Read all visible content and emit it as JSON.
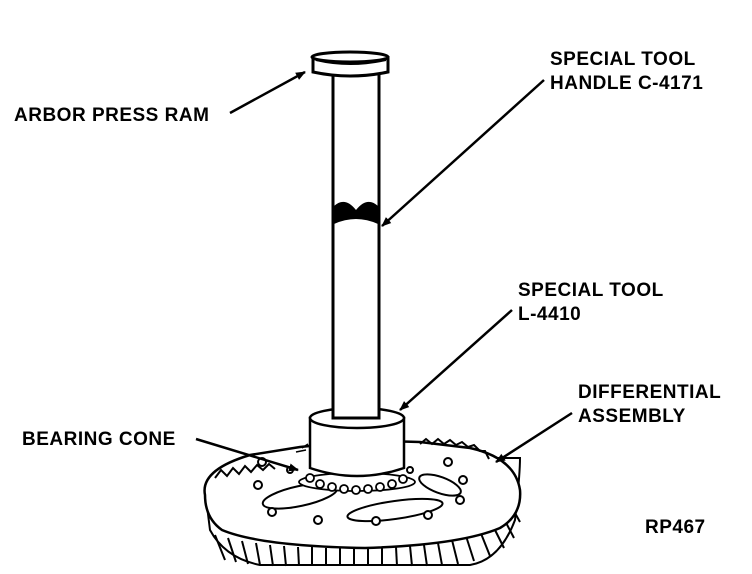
{
  "labels": {
    "arbor_press_ram": "ARBOR PRESS RAM",
    "handle_line1": "SPECIAL TOOL",
    "handle_line2": "HANDLE C-4171",
    "tool_line1": "SPECIAL TOOL",
    "tool_line2": "L-4410",
    "bearing_cone": "BEARING CONE",
    "diff_line1": "DIFFERENTIAL",
    "diff_line2": "ASSEMBLY",
    "figure_code": "RP467"
  },
  "colors": {
    "ink": "#000000",
    "paper": "#ffffff"
  }
}
